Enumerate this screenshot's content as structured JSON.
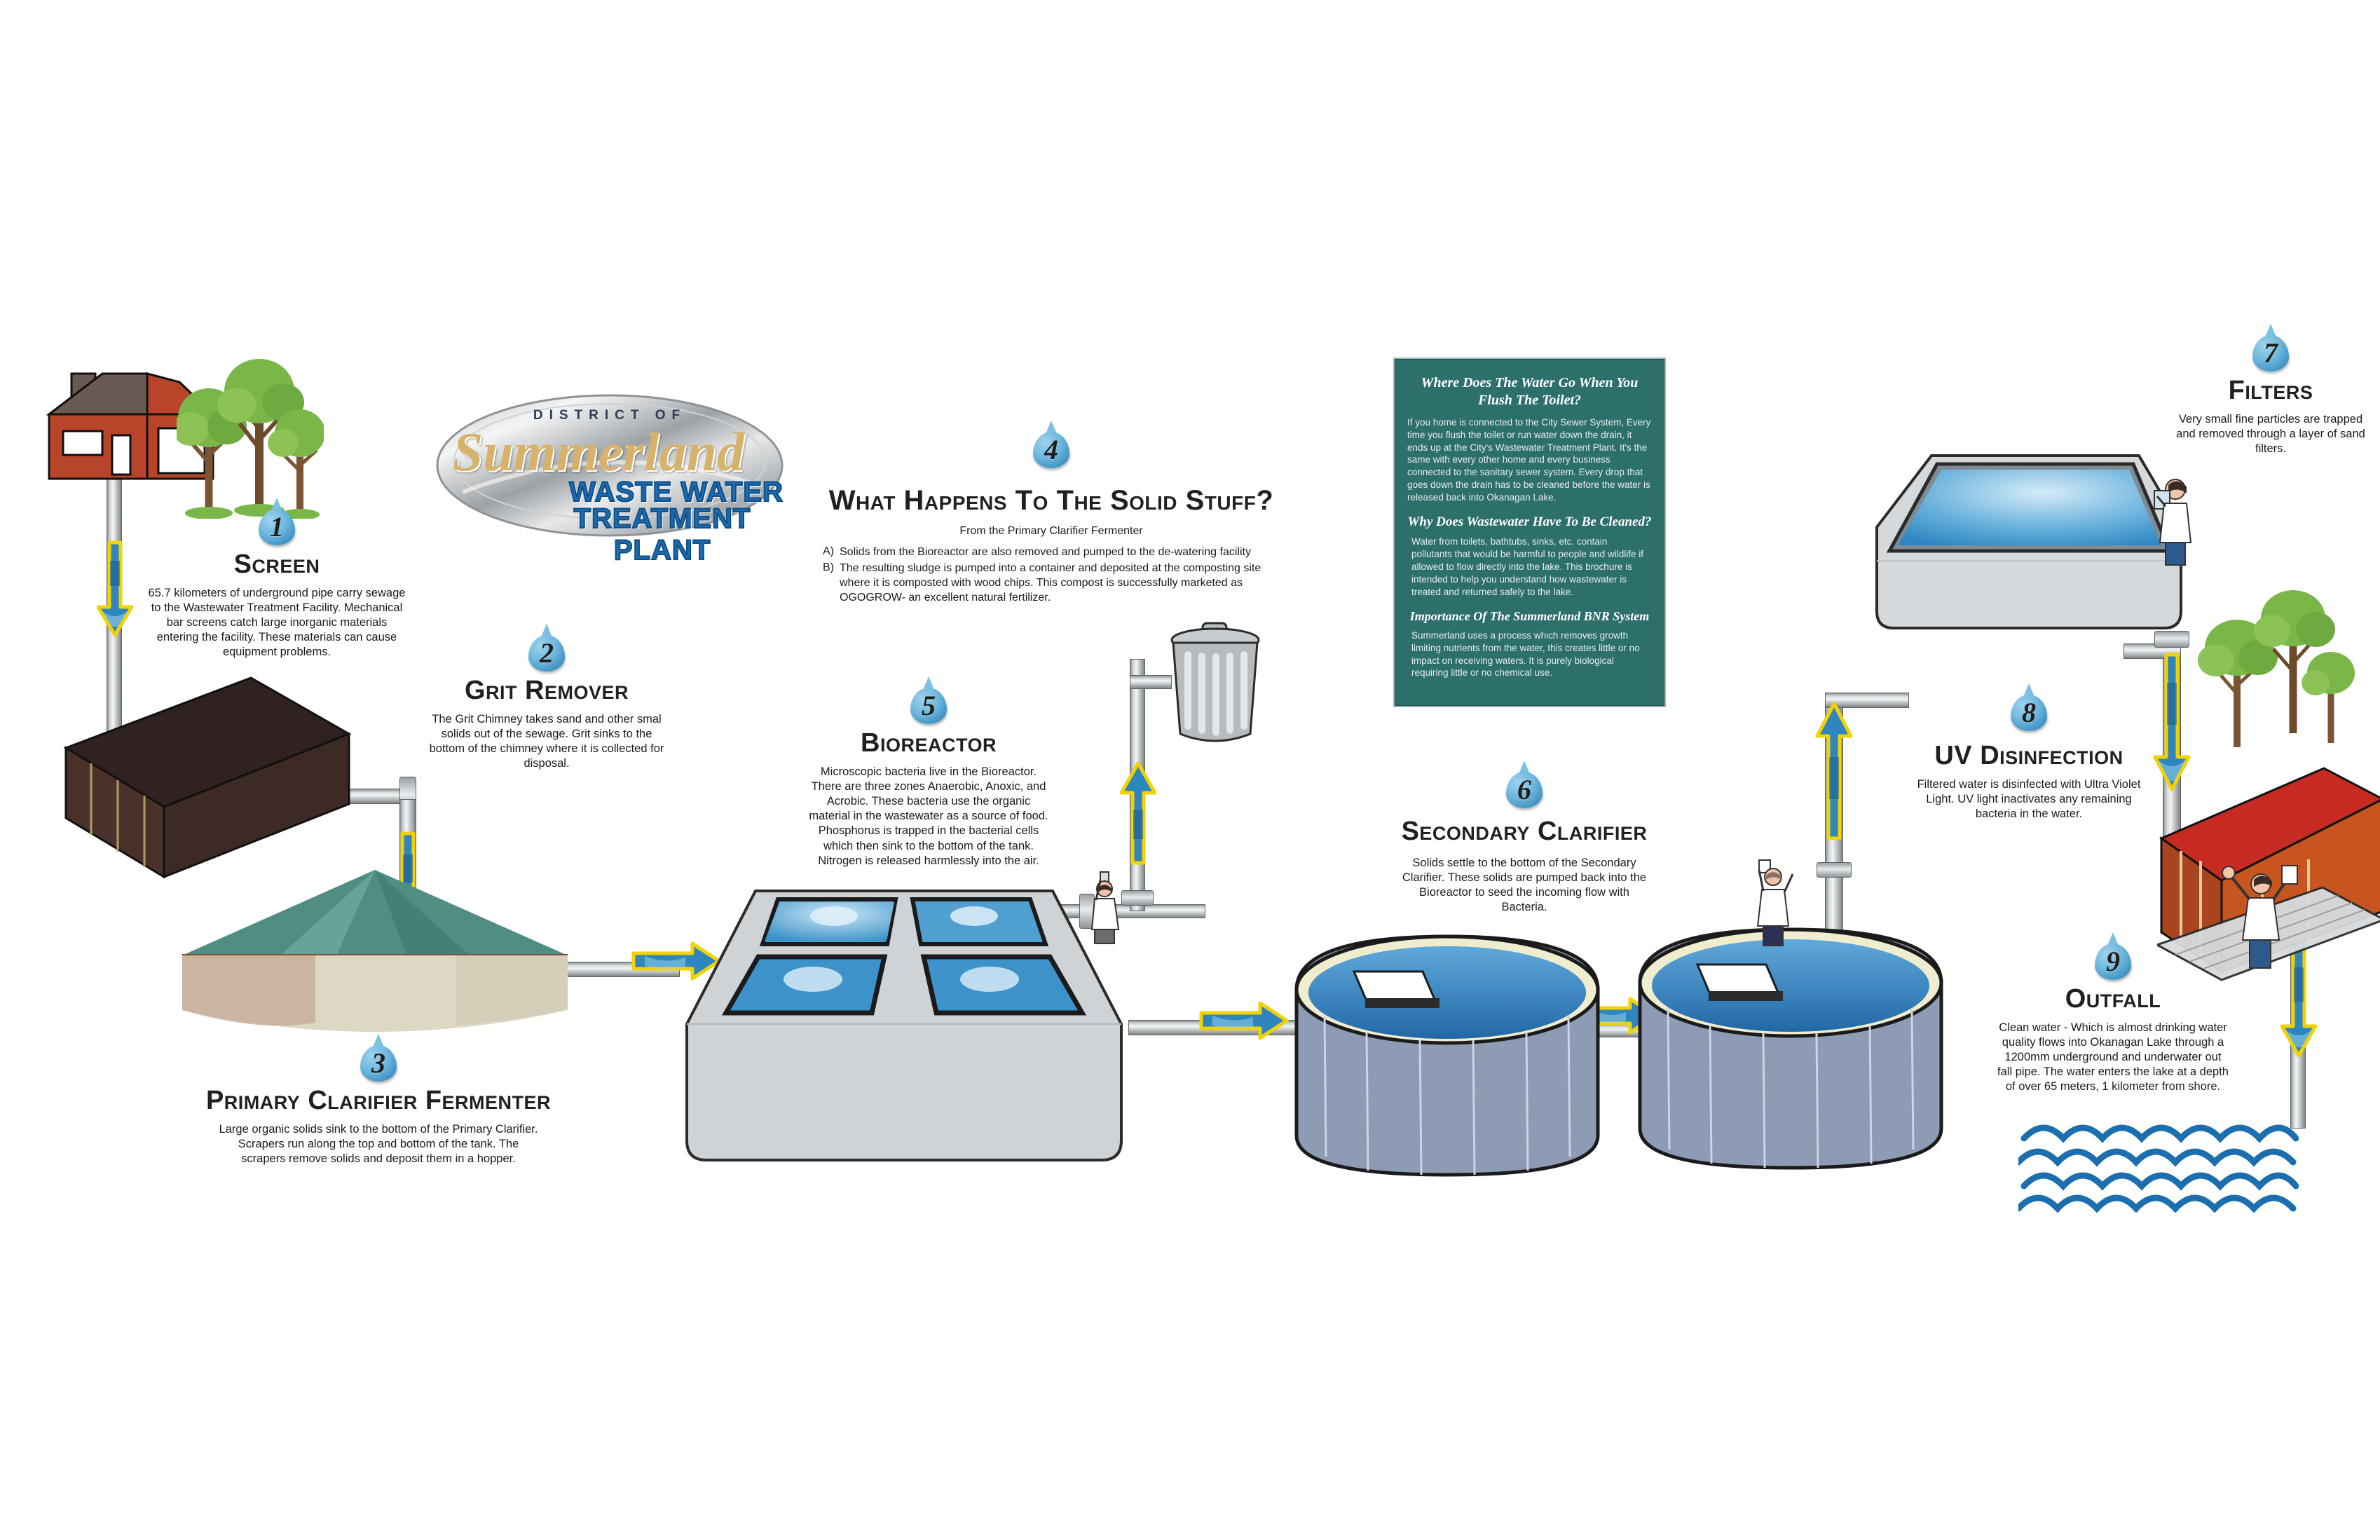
{
  "logo": {
    "district": "DISTRICT OF",
    "name": "Summerland",
    "line1": "WASTE WATER",
    "line2": "TREATMENT PLANT"
  },
  "steps": [
    {
      "number": "1",
      "title": "Screen",
      "body": "65.7 kilometers of underground pipe carry sewage to the Wastewater Treatment Facility. Mechanical bar screens catch large inorganic materials entering the facility.  These materials can cause equipment problems."
    },
    {
      "number": "2",
      "title": "Grit Remover",
      "body": "The Grit Chimney takes sand and other smal solids out of the sewage.  Grit sinks to the bottom of the chimney where it is collected for disposal."
    },
    {
      "number": "3",
      "title": "Primary Clarifier Fermenter",
      "body": "Large organic solids sink to the bottom of the Primary Clarifier. Scrapers run along the top and bottom of the tank.  The scrapers remove solids and deposit them in a hopper."
    },
    {
      "number": "4",
      "title": "What Happens To The Solid Stuff?",
      "subtitle": "From the Primary Clarifier Fermenter",
      "items": [
        {
          "marker": "A)",
          "text": "Solids from the Bioreactor are also removed and pumped to the de-watering facility"
        },
        {
          "marker": "B)",
          "text": "The resulting sludge is pumped into a container and deposited at the composting site where it is composted with wood chips.  This compost is successfully marketed as OGOGROW- an excellent natural fertilizer."
        }
      ]
    },
    {
      "number": "5",
      "title": "Bioreactor",
      "body": "Microscopic bacteria live in the Bioreactor. There are three zones Anaerobic, Anoxic, and Acrobic. These bacteria use the organic material in the wastewater as a source of food. Phosphorus is trapped in the bacterial cells which then sink to the bottom of the tank. Nitrogen is released harmlessly into the air."
    },
    {
      "number": "6",
      "title": "Secondary Clarifier",
      "body": "Solids settle to the bottom of the Secondary Clarifier. These solids are pumped back into the Bioreactor to seed the incoming flow with Bacteria."
    },
    {
      "number": "7",
      "title": "Filters",
      "body": "Very small fine particles are trapped and removed through a layer of sand filters."
    },
    {
      "number": "8",
      "title": "UV Disinfection",
      "body": "Filtered water is disinfected with Ultra Violet Light. UV light inactivates any remaining bacteria in the water."
    },
    {
      "number": "9",
      "title": "Outfall",
      "body": "Clean water - Which is almost drinking water quality flows into Okanagan Lake through a 1200mm underground and underwater out fall pipe. The water enters the lake at a depth of over 65 meters, 1 kilometer from shore."
    }
  ],
  "info_panel": {
    "background_color": "#2d6f6b",
    "sections": [
      {
        "heading": "Where Does The Water Go When You Flush The Toilet?",
        "body": "If you home is connected to the City Sewer System, Every time you flush the toilet or run water down the drain, it ends up at the City's Wastewater Treatment Plant.  It's the same with every other home and every business connected to the sanitary sewer system.  Every drop that goes down the drain has to be cleaned before the water is released back into Okanagan Lake."
      },
      {
        "heading": "Why Does Wastewater Have To Be Cleaned?",
        "body": "Water from toilets, bathtubs, sinks, etc. contain pollutants that would be harmful to people and wildlife if allowed to flow directly into the lake.  This brochure is intended to help you understand how wastewater is treated and returned safely to the lake."
      },
      {
        "heading": "Importance Of The Summerland BNR System",
        "body": "Summerland uses a process which removes growth limiting nutrients from the water, this creates little or no impact on receiving waters.  It is purely biological requiring little or no chemical use."
      }
    ]
  },
  "colors": {
    "drop_blue": "#6cb6dd",
    "arrow_yellow": "#f2d200",
    "arrow_blue": "#2a7fb5",
    "house_red": "#b8442a",
    "house_roof": "#5b4a46",
    "barn_brown": "#4a322a",
    "clarifier_roof": "#4f8d85",
    "tank_gray": "#8e9bb4",
    "water_blue": "#2f7fbe",
    "panel_teal": "#2d6f6b",
    "lake_blue": "#1b6fae",
    "tree_green": "#7ab648",
    "right_building": "#c8551f",
    "right_roof": "#c62a20"
  },
  "scene_labels": {
    "house": "residential-house",
    "barn": "screen-building",
    "clarifier": "primary-clarifier-tank",
    "bioreactor": "bioreactor-tank",
    "trash": "compost-container",
    "secondary_1": "secondary-clarifier-tank-1",
    "secondary_2": "secondary-clarifier-tank-2",
    "filter": "sand-filter-tank",
    "uv_building": "uv-disinfection-building",
    "lake": "okanagan-lake"
  }
}
